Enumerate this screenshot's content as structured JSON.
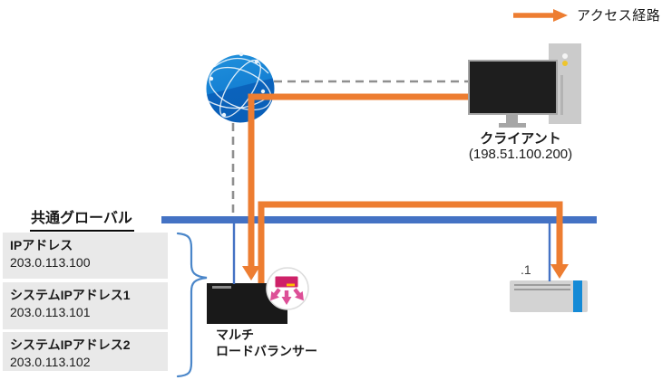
{
  "legend": {
    "label": "アクセス経路"
  },
  "client": {
    "label": "クライアント",
    "ip": "(198.51.100.200)"
  },
  "network": {
    "section_title": "共通グローバル"
  },
  "global_addresses": [
    {
      "label": "IPアドレス",
      "value": "203.0.113.100"
    },
    {
      "label": "システムIPアドレス1",
      "value": "203.0.113.101"
    },
    {
      "label": "システムIPアドレス2",
      "value": "203.0.113.102"
    }
  ],
  "load_balancer": {
    "label_line1": "マルチ",
    "label_line2": "ロードバランサー"
  },
  "server": {
    "label": ".1"
  },
  "icons": {
    "globe": "internet-globe-icon",
    "badge": "load-balancer-distribution-icon",
    "legend_arrow": "access-route-arrow-icon"
  },
  "colors": {
    "route_orange": "#ED7D31",
    "segment_blue": "#4472C4",
    "globe_blue_top": "#2191DC",
    "globe_blue_bottom": "#0A5FB8",
    "badge_pink": "#CE2168",
    "badge_arrow_pink": "#DD4F97",
    "badge_yellow": "#FFC000",
    "dashed_gray": "#8f8f8f",
    "brace_blue": "#4A86C9"
  }
}
